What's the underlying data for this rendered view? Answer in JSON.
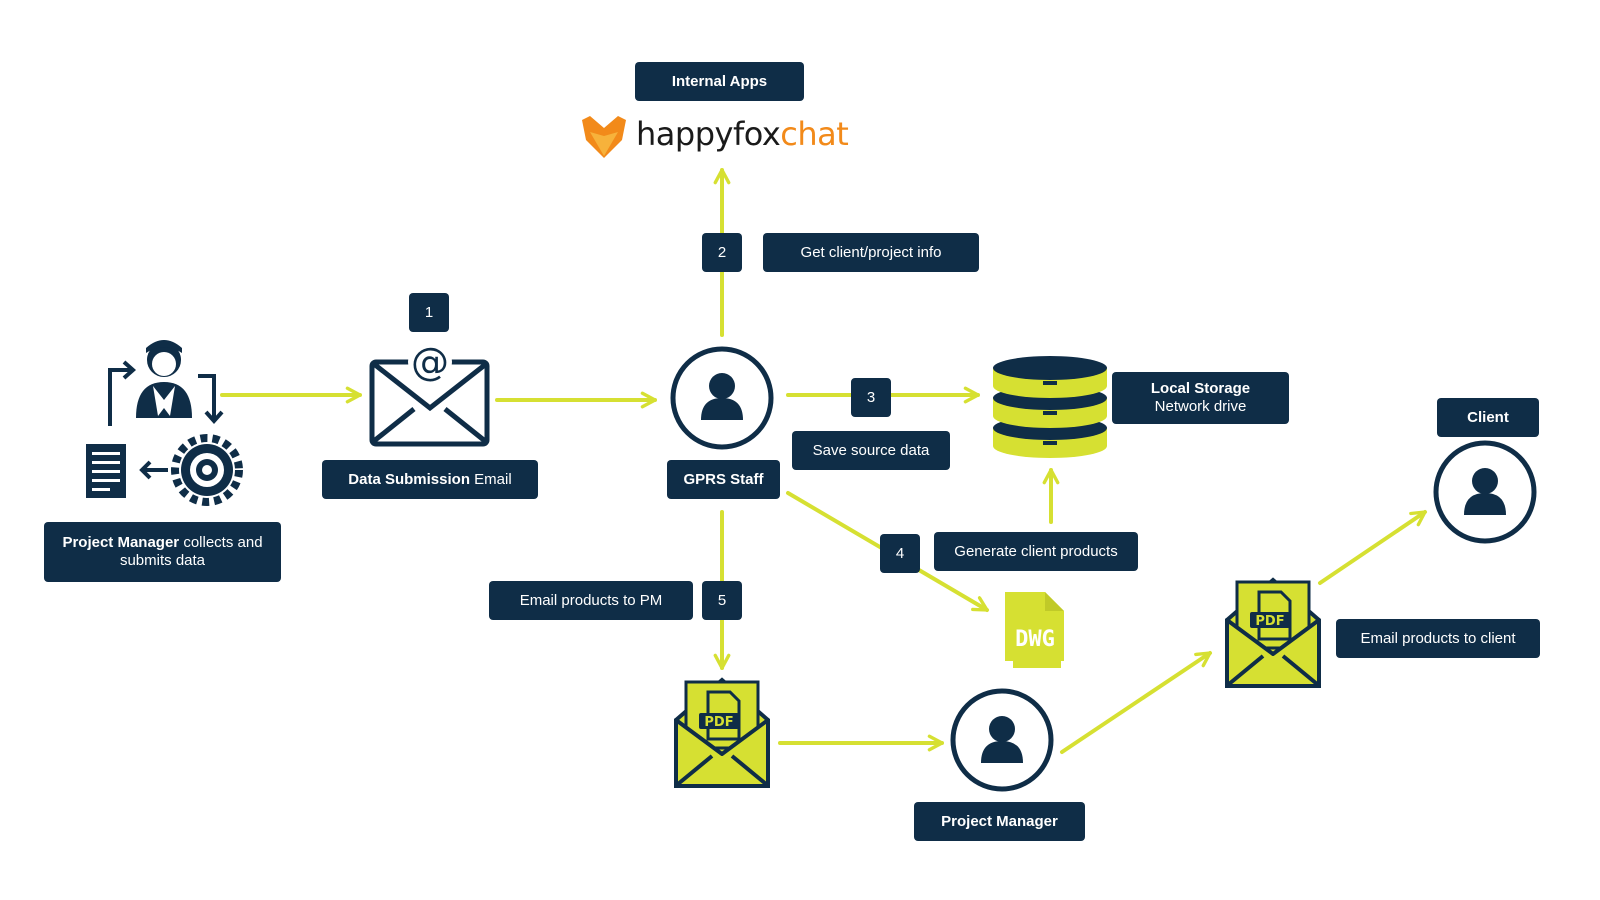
{
  "colors": {
    "navy": "#0f2d47",
    "lime": "#d6e032",
    "orange": "#f28a1a"
  },
  "icons": {
    "pm_collect": "workflow-person-document-gear-icon",
    "email": "email-at-icon",
    "gprs_staff": "user-circle-icon",
    "storage": "database-icon",
    "dwg": "dwg-file-icon",
    "pdf_email": "pdf-envelope-icon",
    "project_manager": "user-circle-icon",
    "client": "user-circle-icon",
    "logo": "fox-logo-icon"
  },
  "logo": {
    "part1": "happyfox",
    "part2": "chat"
  },
  "labels": {
    "internal_apps": "Internal Apps",
    "pm_collects": {
      "bold": "Project Manager",
      "rest": " collects and",
      "line2": "submits data"
    },
    "data_submission": {
      "bold": "Data Submission",
      "rest": " Email"
    },
    "gprs_staff": "GPRS Staff",
    "local_storage": {
      "title": "Local Storage",
      "subtitle": "Network drive"
    },
    "client": "Client",
    "project_manager": "Project Manager"
  },
  "steps": [
    {
      "number": "1",
      "text": ""
    },
    {
      "number": "2",
      "text": "Get client/project info"
    },
    {
      "number": "3",
      "text": "Save source data"
    },
    {
      "number": "4",
      "text": "Generate client products"
    },
    {
      "number": "5",
      "text": "Email products to PM"
    }
  ],
  "extra": {
    "email_client": "Email products to client"
  },
  "file_tags": {
    "dwg": "DWG",
    "pdf": "PDF"
  }
}
